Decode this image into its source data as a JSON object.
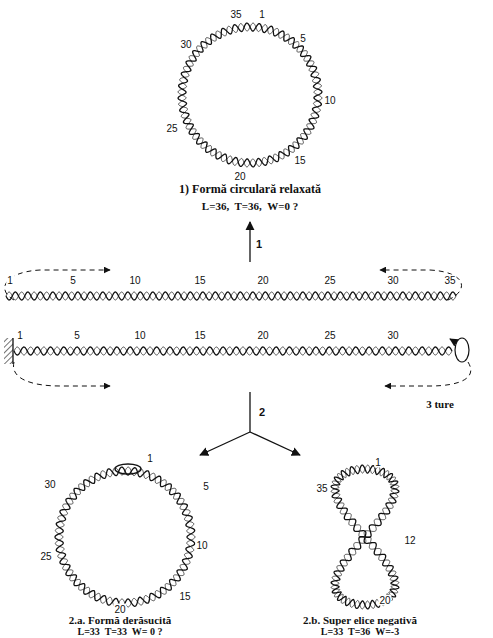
{
  "diagram": {
    "labels": [
      "35",
      "1",
      "5",
      "30",
      "10",
      "25",
      "15",
      "20",
      "1) Formă circulară relaxată",
      "L=36,  T=36,  W=0 ?",
      "1",
      "1",
      "5",
      "10",
      "15",
      "20",
      "25",
      "30",
      "35",
      "1",
      "5",
      "10",
      "15",
      "20",
      "25",
      "30",
      "3 ture",
      "2",
      "1",
      "5",
      "30",
      "10",
      "25",
      "15",
      "20",
      "2.a. Formă derăsucită",
      "L=33  T=33  W= 0 ?",
      "1",
      "35",
      "12",
      "20",
      "2.b. Super elice negativă",
      "L=33  T=36  W=-3"
    ]
  }
}
